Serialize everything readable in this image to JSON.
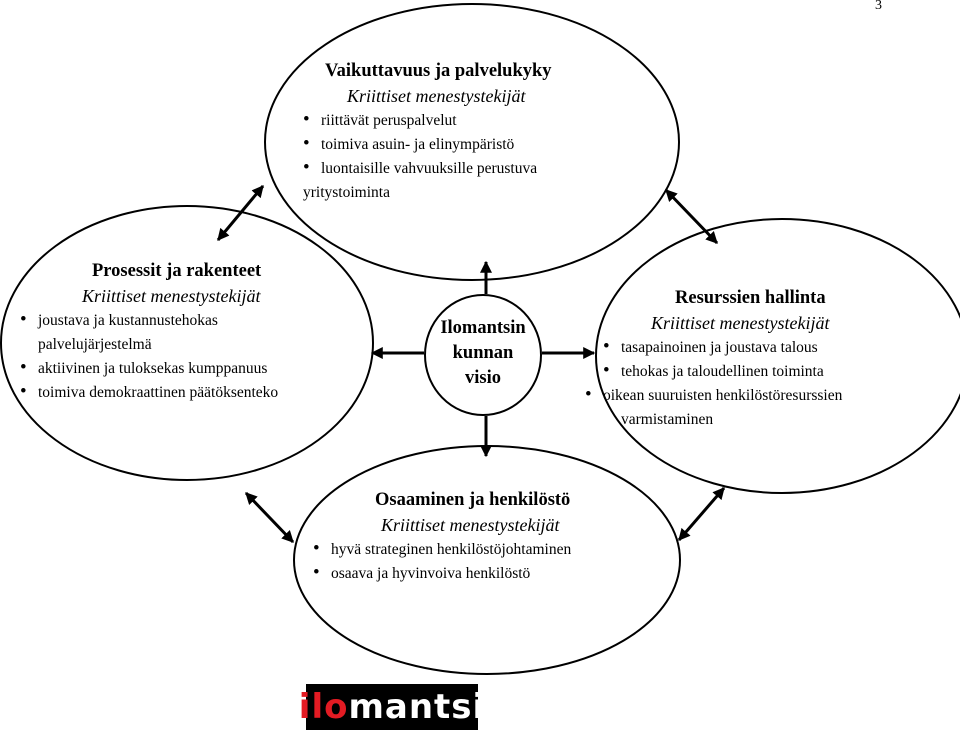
{
  "page_number": "3",
  "top": {
    "title": "Vaikuttavuus ja palvelukyky",
    "subtitle": "Kriittiset menestystekijät",
    "items": [
      "riittävät peruspalvelut",
      "toimiva asuin- ja elinympäristö",
      "luontaisille vahvuuksille perustuva",
      "yritystoiminta"
    ]
  },
  "left": {
    "title": "Prosessit ja rakenteet",
    "subtitle": "Kriittiset menestystekijät",
    "items": [
      "joustava ja kustannustehokas palvelujärjestelmä",
      "aktiivinen ja tuloksekas kumppanuus",
      "toimiva demokraattinen päätöksenteko"
    ]
  },
  "right": {
    "title": "Resurssien hallinta",
    "subtitle": "Kriittiset menestystekijät",
    "items": [
      "tasapainoinen ja joustava talous",
      "tehokas ja taloudellinen toiminta",
      "oikean suuruisten henkilöstöresurssien varmistaminen"
    ]
  },
  "bottom": {
    "title": "Osaaminen ja henkilöstö",
    "subtitle": "Kriittiset menestystekijät",
    "items": [
      "hyvä strateginen henkilöstöjohtaminen",
      "osaava ja hyvinvoiva henkilöstö"
    ]
  },
  "center": {
    "line1": "Ilomantsin",
    "line2": "kunnan",
    "line3": "visio"
  },
  "logo": {
    "prefix": "ilo",
    "suffix": "mantsi"
  }
}
